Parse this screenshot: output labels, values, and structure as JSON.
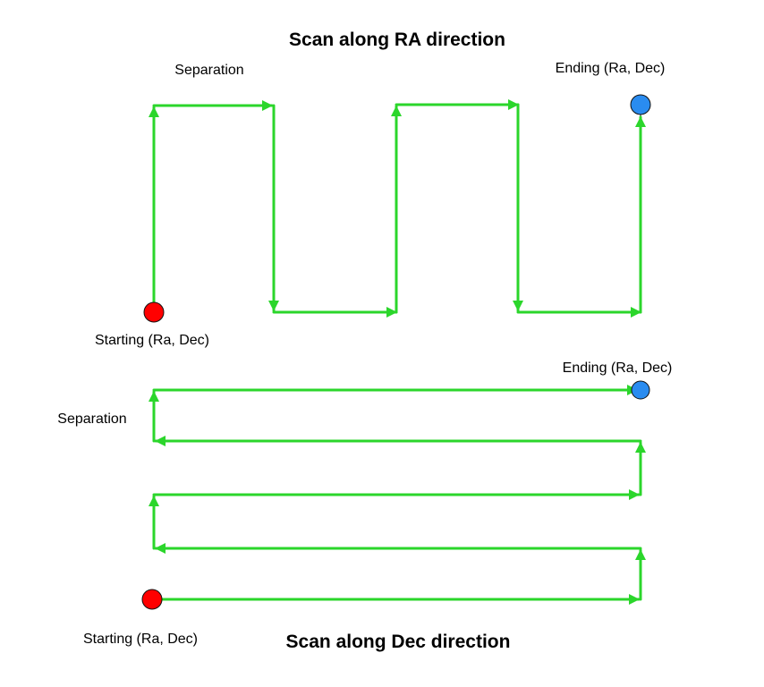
{
  "ra_scan": {
    "title": "Scan along RA direction",
    "separation_label": "Separation",
    "start_label": "Starting (Ra, Dec)",
    "end_label": "Ending (Ra, Dec)"
  },
  "dec_scan": {
    "title": "Scan along Dec direction",
    "separation_label": "Separation",
    "start_label": "Starting (Ra, Dec)",
    "end_label": "Ending (Ra, Dec)"
  },
  "colors": {
    "path": "#2bd62b",
    "start_marker": "#ff0000",
    "end_marker": "#2a8cf0"
  }
}
